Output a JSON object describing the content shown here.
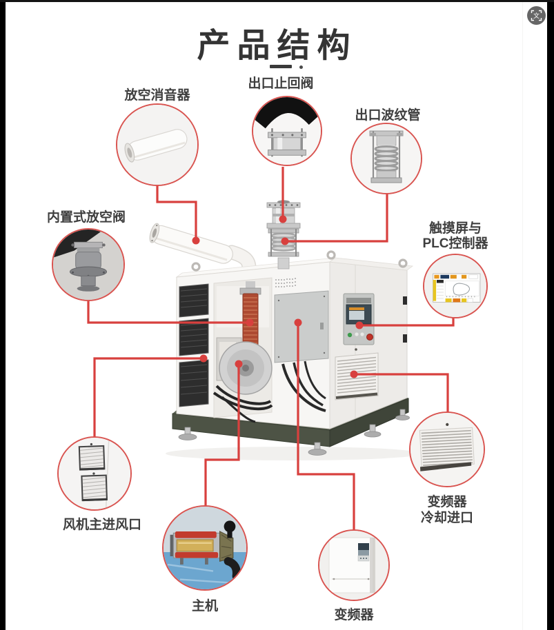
{
  "frame": {
    "edge_color": "#000000",
    "background": "#ffffff"
  },
  "toolbar": {
    "translate_glyph": "文"
  },
  "header": {
    "title": "产品结构",
    "divider": "—·"
  },
  "colors": {
    "callout_red": "#d8403e",
    "circle_ring_red": "#d95450",
    "label_text": "#3e3e3e",
    "title_text": "#343434"
  },
  "callouts": [
    {
      "id": "vent-silencer",
      "label": "放空消音器"
    },
    {
      "id": "outlet-check-valve",
      "label": "出口止回阀"
    },
    {
      "id": "outlet-bellows",
      "label": "出口波纹管"
    },
    {
      "id": "built-in-vent-valve",
      "label": "内置式放空阀"
    },
    {
      "id": "touchscreen-plc",
      "label_line1": "触摸屏与",
      "label_line2": "PLC控制器"
    },
    {
      "id": "blower-main-air-inlet",
      "label": "风机主进风口"
    },
    {
      "id": "main-unit",
      "label": "主机"
    },
    {
      "id": "frequency-converter",
      "label": "变频器"
    },
    {
      "id": "vfd-cooling-inlet",
      "label_line1": "变频器",
      "label_line2": "冷却进口"
    }
  ]
}
